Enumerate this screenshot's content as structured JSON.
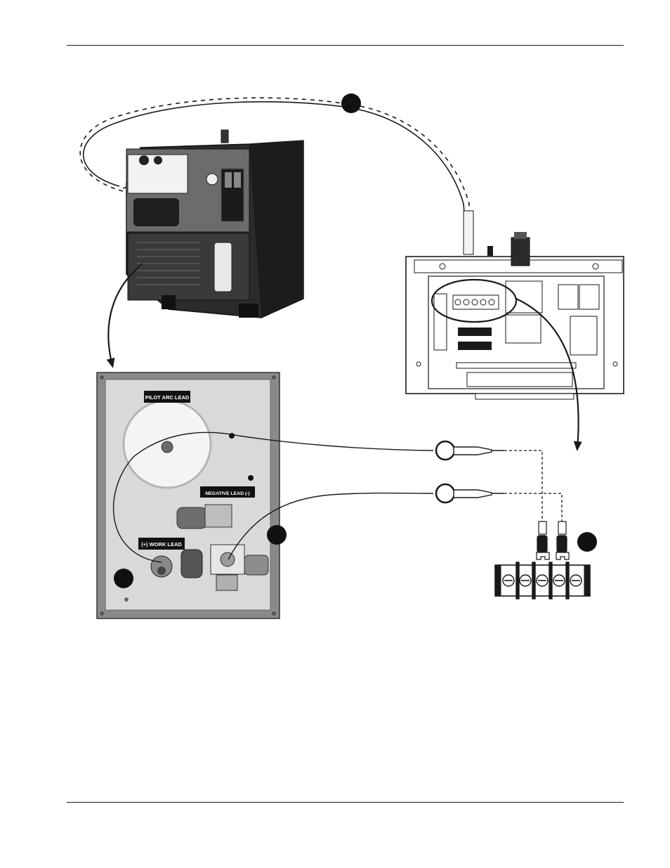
{
  "labels": {
    "pilot_arc_lead": "PILOT ARC LEAD",
    "negative_lead": "NEGATIVE LEAD (-)",
    "work_lead": "(+) WORK LEAD"
  },
  "colors": {
    "ink": "#1a1a1a",
    "cabinet_dark": "#2b2b2b",
    "panel_light": "#d9d9d9"
  }
}
